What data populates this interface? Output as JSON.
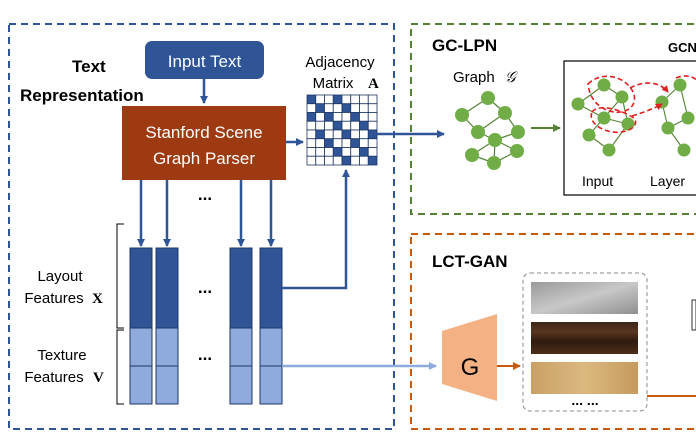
{
  "text_rep": {
    "title_line1": "Text",
    "title_line2": "Representation",
    "input_text": "Input Text",
    "parser_line1": "Stanford Scene",
    "parser_line2": "Graph Parser",
    "adjacency_line1": "Adjacency",
    "adjacency_line2": "Matrix",
    "adjacency_symbol": "A",
    "ellipsis": "...",
    "layout_line1": "Layout",
    "layout_line2": "Features",
    "layout_symbol": "X",
    "texture_line1": "Texture",
    "texture_line2": "Features",
    "texture_symbol": "V"
  },
  "gc_lpn": {
    "title": "GC-LPN",
    "graph_label": "Graph",
    "graph_symbol": "𝒢",
    "gcn_partial": "GCN",
    "input_label": "Input",
    "layer_label": "Layer"
  },
  "lct_gan": {
    "title": "LCT-GAN",
    "generator": "G",
    "ellipsis": "... ..."
  },
  "colors": {
    "blue_dark": "#2f5597",
    "blue_light": "#8faadc",
    "brown": "#9e3a12",
    "green_node": "#70ad47",
    "green_border": "#548235",
    "orange_border": "#c55a11",
    "generator": "#f4b183",
    "red_dashed": "#e02020"
  }
}
